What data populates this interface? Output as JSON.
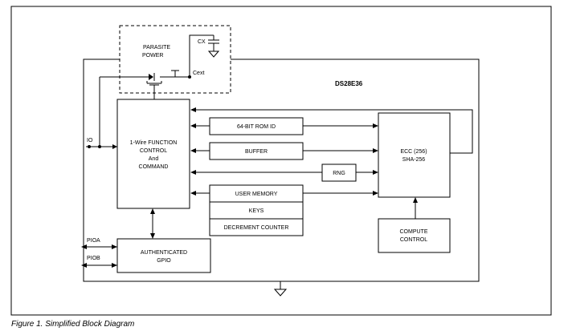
{
  "diagram": {
    "chip_name": "DS28E36",
    "parasite": {
      "label_line1": "PARASITE",
      "label_line2": "POWER",
      "cx": "CX",
      "cext": "Cext"
    },
    "pins": {
      "io": "IO",
      "pioa": "PIOA",
      "piob": "PIOB"
    },
    "blocks": {
      "function": [
        "1-Wire FUNCTION",
        "CONTROL",
        "And",
        "COMMAND"
      ],
      "rom_id": "64-BIT ROM ID",
      "buffer": "BUFFER",
      "rng": "RNG",
      "user_memory": "USER MEMORY",
      "keys": "KEYS",
      "decrement_counter": "DECREMENT COUNTER",
      "ecc": [
        "ECC (256)",
        "SHA-256"
      ],
      "compute_control": [
        "COMPUTE",
        "CONTROL"
      ],
      "gpio": [
        "AUTHENTICATED",
        "GPIO"
      ]
    }
  },
  "caption": "Figure 1. Simplified Block Diagram"
}
